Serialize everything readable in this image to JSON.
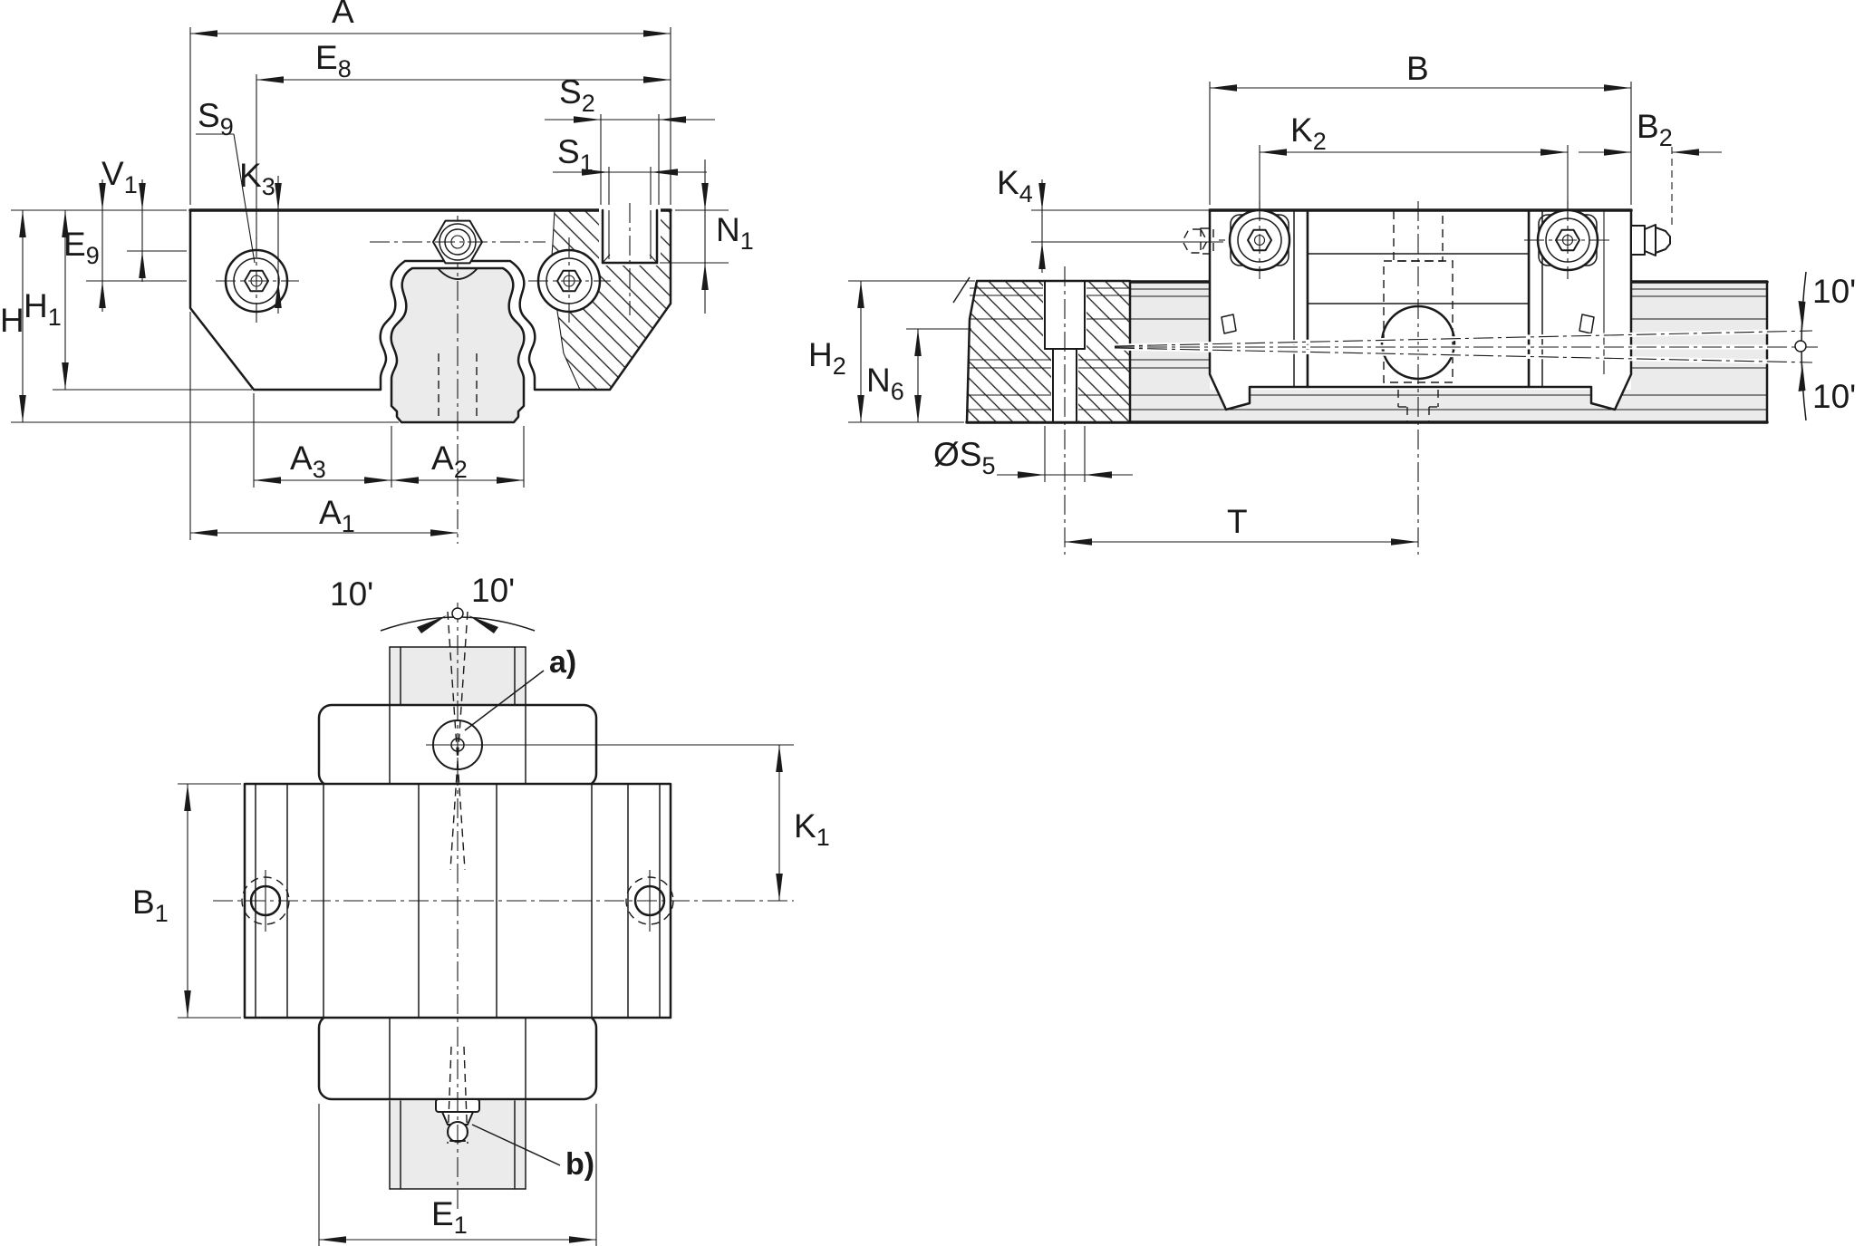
{
  "colors": {
    "ink": "#1a1a1a",
    "rail_fill": "#ebebeb",
    "background": "#ffffff"
  },
  "views": {
    "front_section": {
      "dim_labels": {
        "A": {
          "main": "A",
          "sub": ""
        },
        "E8": {
          "main": "E",
          "sub": "8"
        },
        "S9": {
          "main": "S",
          "sub": "9"
        },
        "S2": {
          "main": "S",
          "sub": "2"
        },
        "S1": {
          "main": "S",
          "sub": "1"
        },
        "V1": {
          "main": "V",
          "sub": "1"
        },
        "K3": {
          "main": "K",
          "sub": "3"
        },
        "E9": {
          "main": "E",
          "sub": "9"
        },
        "H1": {
          "main": "H",
          "sub": "1"
        },
        "H": {
          "main": "H",
          "sub": ""
        },
        "N1": {
          "main": "N",
          "sub": "1"
        },
        "A3": {
          "main": "A",
          "sub": "3"
        },
        "A2": {
          "main": "A",
          "sub": "2"
        },
        "A1": {
          "main": "A",
          "sub": "1"
        }
      }
    },
    "side": {
      "dim_labels": {
        "B": {
          "main": "B",
          "sub": ""
        },
        "K2": {
          "main": "K",
          "sub": "2"
        },
        "B2": {
          "main": "B",
          "sub": "2"
        },
        "K4": {
          "main": "K",
          "sub": "4"
        },
        "H2": {
          "main": "H",
          "sub": "2"
        },
        "N6": {
          "main": "N",
          "sub": "6"
        },
        "S5": {
          "main": "ØS",
          "sub": "5"
        },
        "T": {
          "main": "T",
          "sub": ""
        }
      },
      "angle_tolerance": "10'"
    },
    "top": {
      "dim_labels": {
        "B1": {
          "main": "B",
          "sub": "1"
        },
        "K1": {
          "main": "K",
          "sub": "1"
        },
        "E1": {
          "main": "E",
          "sub": "1"
        }
      },
      "callouts": {
        "a": "a)",
        "b": "b)"
      },
      "angle_tolerance": "10'"
    }
  }
}
